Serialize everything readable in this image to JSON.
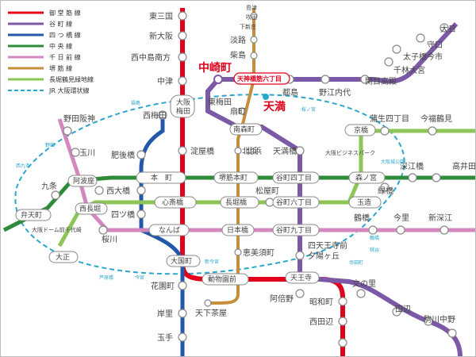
{
  "colors": {
    "midosuji": "#e0001b",
    "tanimachi": "#7b59a6",
    "yotsubashi": "#2357a8",
    "chuo": "#2e8b3a",
    "sennichimae": "#d487bf",
    "sakaisuji": "#c58e3c",
    "nagahori": "#8dc657",
    "loop": "#2aa6cf"
  },
  "legend": [
    {
      "id": "midosuji",
      "label": "御 堂 筋 線",
      "style": "solid"
    },
    {
      "id": "tanimachi",
      "label": "谷 町 線",
      "style": "solid"
    },
    {
      "id": "yotsubashi",
      "label": "四 つ 橋 線",
      "style": "solid"
    },
    {
      "id": "chuo",
      "label": "中 央 線",
      "style": "solid"
    },
    {
      "id": "sennichimae",
      "label": "千 日 前 線",
      "style": "solid"
    },
    {
      "id": "sakaisuji",
      "label": "堺 筋 線",
      "style": "solid"
    },
    {
      "id": "nagahori",
      "label": "長堀鶴見緑地線",
      "style": "solid"
    },
    {
      "id": "loop",
      "label": "JR 大阪環状線",
      "style": "dashed"
    }
  ],
  "highlights": {
    "nakazakicho": "中崎町",
    "tenma": "天満",
    "tenjin": "天神橋筋六丁目"
  },
  "boxed_stations": {
    "osaka_umeda_1": "大阪",
    "osaka_umeda_2": "梅田",
    "minamimorimachi": "南森町",
    "hommachi": "本　町",
    "sakaisuji_hommachi": "堺筋本町",
    "tanimachi4": "谷町四丁目",
    "morinomiya": "森ノ宮",
    "kyobashi": "京橋",
    "shinsaibashi": "心斎橋",
    "nagahoribashi": "長堀橋",
    "tanimachi6": "谷町六丁目",
    "tamatsukuri": "玉造",
    "namba": "なんば",
    "nipponbashi": "日本橋",
    "tanimachi9": "谷町九丁目",
    "awaza": "阿波座",
    "nishinagahori": "西長堀",
    "taisho": "大正",
    "bentencho": "弁天町",
    "daikokucho": "大国町",
    "dobutsuenmae": "動物園前",
    "tennoji": "天王寺"
  },
  "station_labels": {
    "higashimikuni": "東三国",
    "shinosaka": "新大阪",
    "nishinakajimaminamigata": "西中島南方",
    "nakatsu": "中津",
    "yodoyabashi": "淀屋橋",
    "nishiumeda": "西梅田",
    "higobashi": "肥後橋",
    "yotsubashi": "四ツ橋",
    "sakuragawa": "桜川",
    "nishiohashi": "西大橋",
    "kitahama": "北浜",
    "ogimachi": "扇町",
    "higashiumeda": "東梅田",
    "tenmabashi": "天満橋",
    "miyakojima": "都島",
    "noe_uchindai": "野江内代",
    "sekime_takadono": "関目高殿",
    "taishibashi_imaichi": "太子橋今市",
    "sembayashi_omiya": "千林大宮",
    "moriguchi": "守口",
    "dainichi": "大日",
    "shikai": "島津",
    "suita": "吹田",
    "shimoshinjo": "下新庄",
    "awaji": "淡路",
    "sakaisuji_line_top": "天神橋筋",
    "kuise": "柴島",
    "matsuyamachi": "松屋町",
    "ebisucho": "恵美須町",
    "tengachaya": "天下茶屋",
    "hanazonocho": "花園町",
    "kishinosato": "岸里",
    "tamade": "玉手",
    "shitennojimae": "四天王寺前",
    "yuhigaoka": "夕陽ヶ丘",
    "abeno": "阿倍野",
    "showacho": "昭和町",
    "nishitanabe": "西田辺",
    "fuminosato": "文の里",
    "tanabe": "田辺",
    "komagawanakano": "駒川中野",
    "tsuruhashi": "鶴橋",
    "imazato": "今里",
    "shinfukae": "新深江",
    "midoribashi": "緑橋",
    "fukaebashi": "深江橋",
    "takaida": "高井田",
    "gamo4": "蒲生四丁目",
    "imafukutsurumi": "今福鶴見",
    "osakabusinesspark": "大阪ビジネスパーク",
    "noda_hanshin": "野田阪神",
    "tamagawa": "玉川",
    "kujo": "九条",
    "osakadome": "大阪ドーム前千代崎",
    "tennoji_loop": "天王寺",
    "kyobashi_loop": "京橋"
  },
  "loop_small_labels": [
    "福島",
    "野田",
    "西九条",
    "芦原橋",
    "今宮",
    "新今宮",
    "寺田町",
    "桃谷",
    "鶴橋",
    "大阪城公園",
    "桜ノ宮"
  ]
}
